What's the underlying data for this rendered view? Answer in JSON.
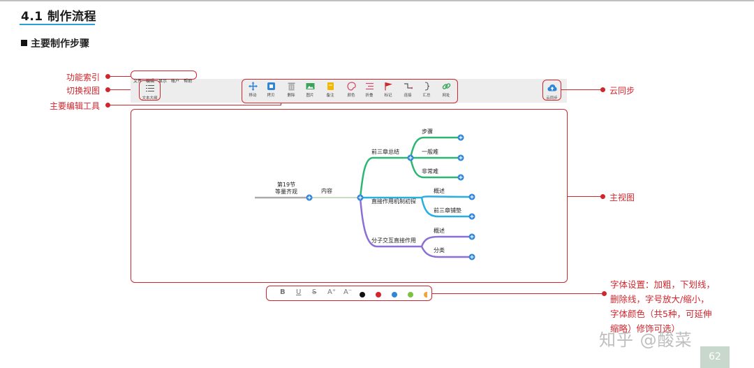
{
  "section_title": "4.1 制作流程",
  "subheading": "主要制作步骤",
  "annotations": {
    "menu_index": "功能索引",
    "switch_view": "切换视图",
    "main_tools": "主要编辑工具",
    "cloud_sync": "云同步",
    "main_view": "主视图"
  },
  "menu": [
    "文件",
    "编辑",
    "显示",
    "帐户",
    "帮助"
  ],
  "view_switch_label": "文本大纲",
  "tools": [
    {
      "label": "移动",
      "icon": "move-icon",
      "color": "#2f86d6"
    },
    {
      "label": "拷贝",
      "icon": "copy-icon",
      "color": "#2f86d6"
    },
    {
      "label": "删除",
      "icon": "trash-icon",
      "color": "#999999"
    },
    {
      "label": "图片",
      "icon": "image-icon",
      "color": "#3aa55a"
    },
    {
      "label": "备注",
      "icon": "note-icon",
      "color": "#f2b705"
    },
    {
      "label": "颜色",
      "icon": "palette-icon",
      "color": "#d24a6a"
    },
    {
      "label": "折叠",
      "icon": "collapse-icon",
      "color": "#d24a6a"
    },
    {
      "label": "标记",
      "icon": "flag-icon",
      "color": "#d0262d"
    },
    {
      "label": "连接",
      "icon": "connect-icon",
      "color": "#d24a6a"
    },
    {
      "label": "汇总",
      "icon": "summary-icon",
      "color": "#555555"
    },
    {
      "label": "网址",
      "icon": "link-icon",
      "color": "#3aa55a"
    }
  ],
  "cloud_label": "云同步",
  "mindmap": {
    "root": [
      "第19节",
      "等量齐观"
    ],
    "center": "内容",
    "branches": [
      {
        "label": "前三章总结",
        "color": "#2bb673",
        "children": [
          "步骤",
          "一般难",
          "非常难"
        ]
      },
      {
        "label": "直接作用机制初探",
        "color": "#29aee0",
        "children": [
          "概述",
          "前三章铺垫"
        ]
      },
      {
        "label": "分子交互直接作用",
        "color": "#8b6fd6",
        "children": [
          "概述",
          "分类"
        ]
      }
    ]
  },
  "format_buttons": [
    "B",
    "U",
    "S",
    "A⁺",
    "A⁻"
  ],
  "format_colors": [
    "#111111",
    "#d0262d",
    "#2f86d6",
    "#7cc242",
    "#f2a33a"
  ],
  "font_note": "字体设置：加粗，下划线，删除线，字号放大/缩小，字体颜色（共5种，可延伸缩略）修饰可选）",
  "watermark": "知乎 @酸菜",
  "page_number": "62"
}
